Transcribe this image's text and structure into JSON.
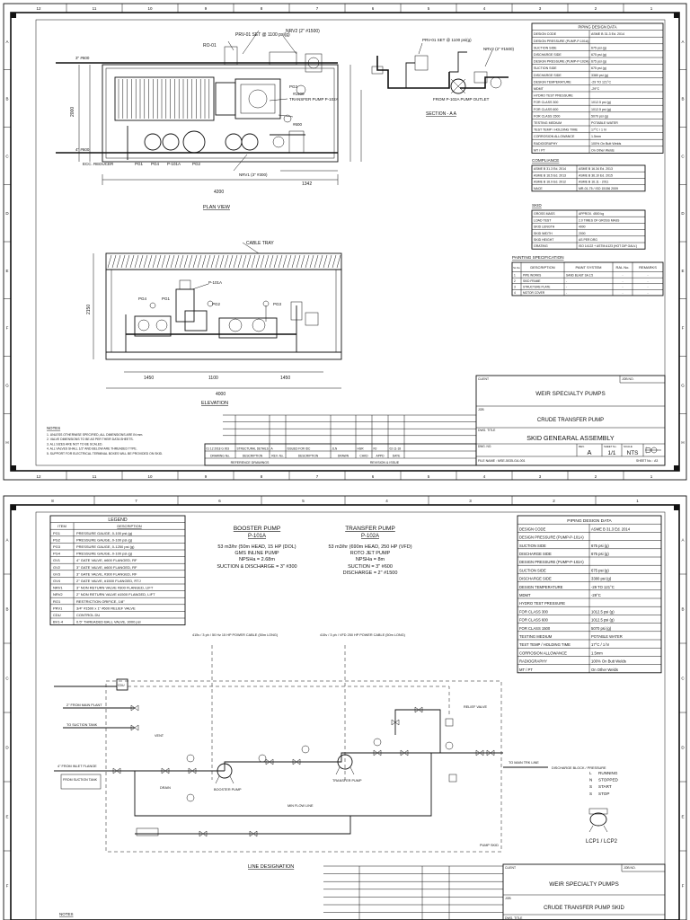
{
  "sheet1": {
    "piping_design_data": {
      "title": "PIPING DESIGN DATA",
      "rows": [
        [
          "DESIGN CODE",
          "ASME B 31.3 Ed. 2014"
        ],
        [
          "DESIGN PRESSURE (PUMP-P-101A)",
          ""
        ],
        [
          "SUCTION SIDE",
          "675 psi (g)"
        ],
        [
          "DISCHARGE SIDE",
          "675 psi (g)"
        ],
        [
          "DESIGN PRESSURE (PUMP-P-102A)",
          "675 psi (g)"
        ],
        [
          "SUCTION SIDE",
          "675 psi (g)"
        ],
        [
          "DISCHARGE SIDE",
          "3380 psi (g)"
        ],
        [
          "DESIGN TEMPERATURE",
          "-29 TO 121°C"
        ],
        [
          "MDMT",
          "-29°C"
        ],
        [
          "HYDRO TEST PRESSURE",
          ""
        ],
        [
          "FOR CLASS 300",
          "1012.5 psi (g)"
        ],
        [
          "FOR CLASS 600",
          "1012.5 psi (g)"
        ],
        [
          "FOR CLASS 1500",
          "5070 psi (g)"
        ],
        [
          "TESTING MEDIUM",
          "POTABLE WATER"
        ],
        [
          "TEST TEMP / HOLDING TIME",
          "17°C / 1 hr"
        ],
        [
          "CORROSION ALLOWANCE",
          "1.5mm"
        ],
        [
          "RADIOGRAPHY",
          "100% On Butt Welds"
        ],
        [
          "MT / PT",
          "On Other Welds"
        ]
      ]
    },
    "compliance": {
      "title": "COMPLIANCE",
      "rows": [
        [
          "ASME B 31.3 Ed. 2014",
          "ASME B 16.34 Ed. 2013"
        ],
        [
          "ASME B 16.5 Ed. 2013",
          "ASME B 36.10 Ed. 2015"
        ],
        [
          "ASME B 16.9 Ed. 2012",
          "ASME B 16.11 - 2011"
        ],
        [
          "NACE",
          "MR-01-75 / ISO 15156 2009"
        ]
      ]
    },
    "skid": {
      "title": "SKID",
      "rows": [
        [
          "GROSS MASS",
          "APPROX. 4500 kg"
        ],
        [
          "LOAD TEST",
          "2.0 TIMES OF GROSS MASS"
        ],
        [
          "SKID LENGTH",
          "4000"
        ],
        [
          "SKID WIDTH",
          "2000"
        ],
        [
          "SKID HEIGHT",
          "AS PER DRG"
        ],
        [
          "GRATING",
          "ISO 14122 + ASTM A123 (HOT DIP GALV.)"
        ]
      ]
    },
    "painting": {
      "title": "PAINTING SPECIFICATION",
      "headers": [
        "SL No",
        "DESCRIPTION",
        "PAINT SYSTEM",
        "RAL No.",
        "REMARKS"
      ],
      "rows": [
        [
          "1",
          "PIPE WORKS",
          "SAND BLAST SA 2.5",
          "-",
          "-"
        ],
        [
          "2",
          "SKID FRAME",
          "-",
          "-",
          "-"
        ],
        [
          "3",
          "STRUCTURE PLATE",
          "-",
          "-",
          "-"
        ],
        [
          "4",
          "MOTOR COVER",
          "-",
          "-",
          "-"
        ]
      ]
    },
    "views": {
      "plan": "PLAN VIEW",
      "section": "SECTION - A A",
      "elevation": "ELEVATION"
    },
    "plan_labels": {
      "prv": "PRV-01 SET @ 1100 psi(g)",
      "nrv2": "NRV2 (2\" #1500)",
      "ro": "RO-01",
      "tp": "TRANSFER PUMP P-102A",
      "pg3": "PG3",
      "d1500": "#1500",
      "d600": "#600",
      "nrv1": "NRV1 (3\" #300)",
      "ecc": "ECC. REDUCER",
      "pg1": "PG1",
      "p101a": "P-101A",
      "pg2": "PG2",
      "pg4": "PG4",
      "d3_600": "3\" #600",
      "d4_600": "4\" #600",
      "dim_4200": "4200",
      "dim_1342": "1342",
      "dim_2000": "2000",
      "section_prv": "PRV-01 SET @ 1100 psi(g)",
      "section_nrv2": "NRV2 (2\" #1500)",
      "from_p102a": "FROM P-102A PUMP OUTLET"
    },
    "elev_labels": {
      "cable_tray": "CABLE TRAY",
      "p101a": "P-101A",
      "pg4": "PG4",
      "pg1": "PG1",
      "pg2": "PG2",
      "pg3": "PG3",
      "d1450a": "1450",
      "d1100": "1100",
      "d1450b": "1450",
      "d4000": "4000",
      "h2150": "2150"
    },
    "notes": {
      "title": "NOTES",
      "lines": [
        "1. UNLESS OTHERWISE SPECIFIED, ALL DIMENSIONS ARE IN mm.",
        "2. VALVE DIMENSIONS TO BE AS PER THEIR DATA SHEETS.",
        "3. ALL SIZES ARE NOT TO BE SCALED.",
        "4. ALL VALVES SHALL 1/2\" AND BELOW ARE THREADED TYPE.",
        "5. SUPPORT FOR ELECTRICAL TERMINAL BOXES WILL BE PROVIDED ON SKID."
      ]
    },
    "revision": {
      "row": [
        "01 12 2018 G 003",
        "STRUCTURAL DETAILS",
        "A",
        "ISSUED FOR IDC",
        "JLN",
        "HGR",
        "RJ",
        "02-11-18"
      ],
      "headers": [
        "DRAWING No.",
        "DESCRIPTION",
        "REV. No.",
        "DESCRIPTION",
        "DRAWN",
        "CHKD",
        "APPD",
        "DATE"
      ],
      "footer_left": "REFERENCE DRAWINGS",
      "footer_right": "REVISION & ISSUE"
    },
    "title_block": {
      "client": "CLIENT",
      "job_no": "JOB NO.",
      "company": "WEIR SPECIALTY PUMPS",
      "job": "JOB",
      "project": "CRUDE TRANSFER PUMP",
      "dwg_title_label": "DWG. TITLE",
      "dwg_title": "SKID GENEARAL ASSEMBLY",
      "dwg_no_label": "DWG. NO.",
      "rev_label": "REV.",
      "rev": "A",
      "sheet_label": "SHEET No.",
      "sheet": "1/1",
      "scale_label": "SCALE",
      "scale": "NTS",
      "file_label": "FILE NAME :",
      "file": "MSE-5035-GA-001",
      "sheet_no": "SHEET No. : A3"
    }
  },
  "sheet2": {
    "legend": {
      "title": "LEGEND",
      "headers": [
        "ITEM",
        "DESCRIPTION"
      ],
      "rows": [
        [
          "PG1",
          "PRESSURE GAUGE, 0-100 psi (g)"
        ],
        [
          "PG2",
          "PRESSURE GAUGE, 0-100 psi (g)"
        ],
        [
          "PG3",
          "PRESSURE GAUGE, 0-1250 psi (g)"
        ],
        [
          "PG4",
          "PRESSURE GAUGE, 0-100 psi (g)"
        ],
        [
          "GV1",
          "4\" GATE VALVE, #600 FLANGED, RF"
        ],
        [
          "GV2",
          "3\" GATE VALVE, #600 FLANGED, RF"
        ],
        [
          "GV3",
          "3\" GATE VALVE, #300 FLANGED, RF"
        ],
        [
          "GV4",
          "2\" GATE VALVE, #1500 FLANGED, RTJ"
        ],
        [
          "NRV1",
          "3\" NON RETURN VALVE #300 FLANGED, LIFT"
        ],
        [
          "NRV2",
          "2\" NON RETURN VALVE #1500 FLANGED, LIFT"
        ],
        [
          "RO1",
          "RESTRICTION ORIFICE, 1/8\""
        ],
        [
          "PRV1",
          "3/4\" #1500 x 1\" #600 RELIEF VALVE"
        ],
        [
          "CDU",
          "CONTROL DU"
        ],
        [
          "BV1-4",
          "0.5\" THREADED BALL VALVE, 3000 psi"
        ]
      ]
    },
    "booster": {
      "title": "BOOSTER PUMP",
      "tag": "P-101A",
      "l1": "53 m3/hr (50m HEAD, 15 HP (DOL)",
      "l2": "GMS INLINE PUMP",
      "l3": "NPSHa = 2.68m",
      "l4": "SUCTION & DISCHARGE = 3\" #300"
    },
    "transfer": {
      "title": "TRANSFER PUMP",
      "tag": "P-102A",
      "l1": "53 m3/hr (690m HEAD, 250 HP (VFD)",
      "l2": "ROTO JET PUMP",
      "l3": "NPSHa = 8m",
      "l4": "SUCTION = 3\" #600",
      "l5": "DISCHARGE = 2\" #1500"
    },
    "piping_design_data": {
      "title": "PIPING DESIGN DATA",
      "rows": [
        [
          "DESIGN CODE",
          "ASME B 31.3 Ed. 2014"
        ],
        [
          "DESIGN PRESSURE (PUMP-P-101A)",
          ""
        ],
        [
          "SUCTION SIDE",
          "675 psi (g)"
        ],
        [
          "DISCHARGE SIDE",
          "675 psi (g)"
        ],
        [
          "DESIGN PRESSURE (PUMP-P-102A)",
          ""
        ],
        [
          "SUCTION SIDE",
          "675 psi (g)"
        ],
        [
          "DISCHARGE SIDE",
          "3380 psi (g)"
        ],
        [
          "DESIGN TEMPERATURE",
          "-29 TO 121°C"
        ],
        [
          "MDMT",
          "-29°C"
        ],
        [
          "HYDRO TEST PRESSURE",
          ""
        ],
        [
          "FOR CLASS 300",
          "1012.5 psi (g)"
        ],
        [
          "FOR CLASS 600",
          "1012.5 psi (g)"
        ],
        [
          "FOR CLASS 1500",
          "5070 psi (g)"
        ],
        [
          "TESTING MEDIUM",
          "POTABLE WATER"
        ],
        [
          "TEST TEMP / HOLDING TIME",
          "17°C / 1 hr"
        ],
        [
          "CORROSION ALLOWANCE",
          "1.5mm"
        ],
        [
          "RADIOGRAPHY",
          "100% On Butt Welds"
        ],
        [
          "MT / PT",
          "On Other Welds"
        ]
      ]
    },
    "diagram": {
      "cable_a": "415v / 3 ph / 50 Hz 15 HP POWER CABLE (50m LONG)",
      "cable_b": "415v / 3 ph / VFD 250 HP POWER CABLE (50m LONG)",
      "cdu": "CDU",
      "from_left": "2\" FROM MAIN PLANT",
      "to_suction": "TO SUCTION TANK",
      "from_suction": "4\" FROM INLET FLANGE",
      "from_suction2": "FROM SUCTION TANK",
      "vent": "VENT",
      "drain": "DRAIN",
      "tp_label": "TRANSFER PUMP",
      "bp_label": "BOOSTER PUMP",
      "to_main": "TO MAIN TRK LINE",
      "to_discharge": "DISCHARGE BLOCK / PRESSURE",
      "skid_edge": "PUMP SKID",
      "relief": "RELIEF VALVE",
      "min_line": "MIN FLOW LINE"
    },
    "signals": [
      [
        "L",
        "RUNNING"
      ],
      [
        "N",
        "STOPPED"
      ],
      [
        "S",
        "START"
      ],
      [
        "S",
        "STOP"
      ]
    ],
    "lcp": "LCP1 / LCP2",
    "line_designation": "LINE DESIGNATION",
    "notes_title": "NOTES",
    "title_block": {
      "client": "CLIENT",
      "job_no": "JOB NO.",
      "company": "WEIR SPECIALTY PUMPS",
      "job": "JOB",
      "project": "CRUDE TRANSFER PUMP SKID",
      "dwg_title_label": "DWG. TITLE"
    }
  },
  "frame_numbers": {
    "top1": [
      "12",
      "11",
      "10",
      "9",
      "8",
      "7",
      "6",
      "5",
      "4",
      "3",
      "2",
      "1"
    ],
    "side1": [
      "A",
      "B",
      "C",
      "D",
      "E",
      "F",
      "G",
      "H"
    ],
    "top2": [
      "8",
      "7",
      "6",
      "5",
      "4",
      "3",
      "2",
      "1"
    ]
  }
}
